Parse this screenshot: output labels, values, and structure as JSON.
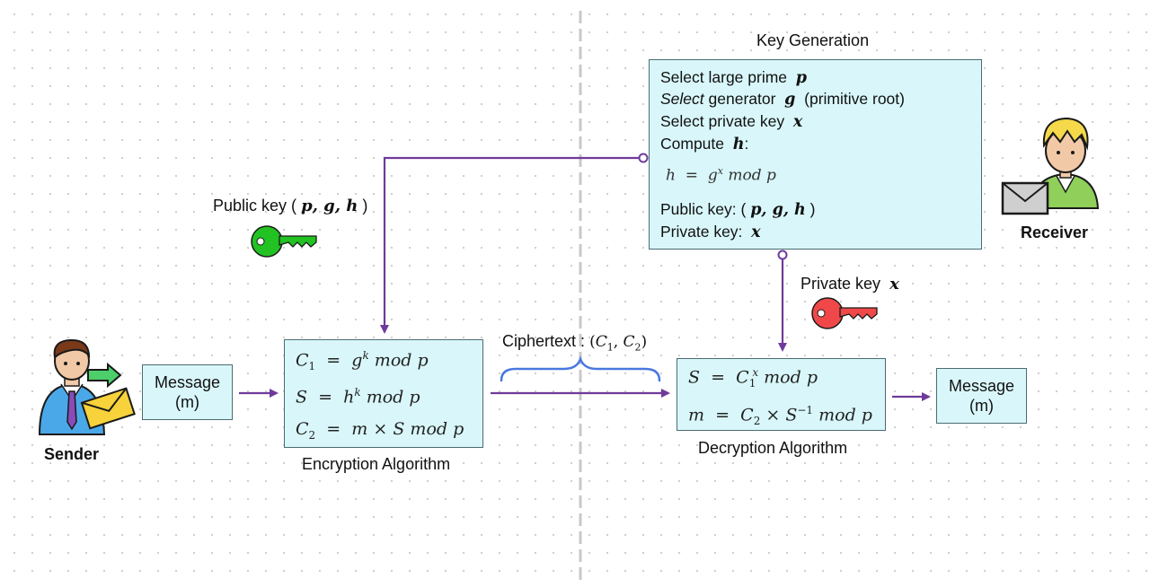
{
  "key_generation": {
    "title": "Key Generation",
    "line1_text": "Select large prime",
    "line1_var": "p",
    "line2_italic": "Select",
    "line2_text": "generator",
    "line2_var": "g",
    "line2_suffix": "(primitive root)",
    "line3_text": "Select private key",
    "line3_var": "x",
    "line4_text": "Compute",
    "line4_var": "h",
    "line4_suffix": ":",
    "formula_lhs": "h",
    "formula_eq": "=",
    "formula_base": "g",
    "formula_exp": "x",
    "formula_rest": "mod p",
    "public_label": "Public key: (",
    "public_vars": "p, g, h",
    "public_close": ")",
    "private_label": "Private key:",
    "private_var": "x"
  },
  "receiver": {
    "label": "Receiver"
  },
  "sender": {
    "label": "Sender"
  },
  "public_key_label": {
    "text": "Public key (",
    "vars": "p, g, h",
    "close": ")"
  },
  "private_key_label": {
    "text": "Private key",
    "var": "x"
  },
  "message_left": {
    "line1": "Message",
    "line2": "(m)"
  },
  "message_right": {
    "line1": "Message",
    "line2": "(m)"
  },
  "encryption": {
    "caption": "Encryption Algorithm",
    "eq1": {
      "lhs": "C",
      "lhs_sub": "1",
      "op": "=",
      "base": "g",
      "exp": "k",
      "rest": "mod p"
    },
    "eq2": {
      "lhs": "S",
      "op": "=",
      "base": "h",
      "exp": "k",
      "rest": "mod p"
    },
    "eq3": {
      "lhs": "C",
      "lhs_sub": "2",
      "op": "=",
      "m": "m",
      "times": "×",
      "s": "S",
      "rest": "mod p"
    }
  },
  "decryption": {
    "caption": "Decryption Algorithm",
    "eq1": {
      "lhs": "S",
      "op": "=",
      "base": "C",
      "base_sub": "1",
      "exp": "x",
      "rest": "mod p"
    },
    "eq2": {
      "lhs": "m",
      "op": "=",
      "c": "C",
      "c_sub": "2",
      "times": "×",
      "s": "S",
      "s_exp": "−1",
      "rest": "mod p"
    }
  },
  "ciphertext": {
    "label": "Ciphertext :",
    "open": "(",
    "c1": "C",
    "c1_sub": "1",
    "comma": ",",
    "c2": "C",
    "c2_sub": "2",
    "close": ")"
  },
  "colors": {
    "box_fill": "#d9f7fa",
    "box_border": "#4b6b72",
    "arrow": "#6f3b9a",
    "brace": "#4a78e0",
    "public_key": "#22c222",
    "private_key": "#f04848",
    "divider": "#c8c8c8"
  }
}
